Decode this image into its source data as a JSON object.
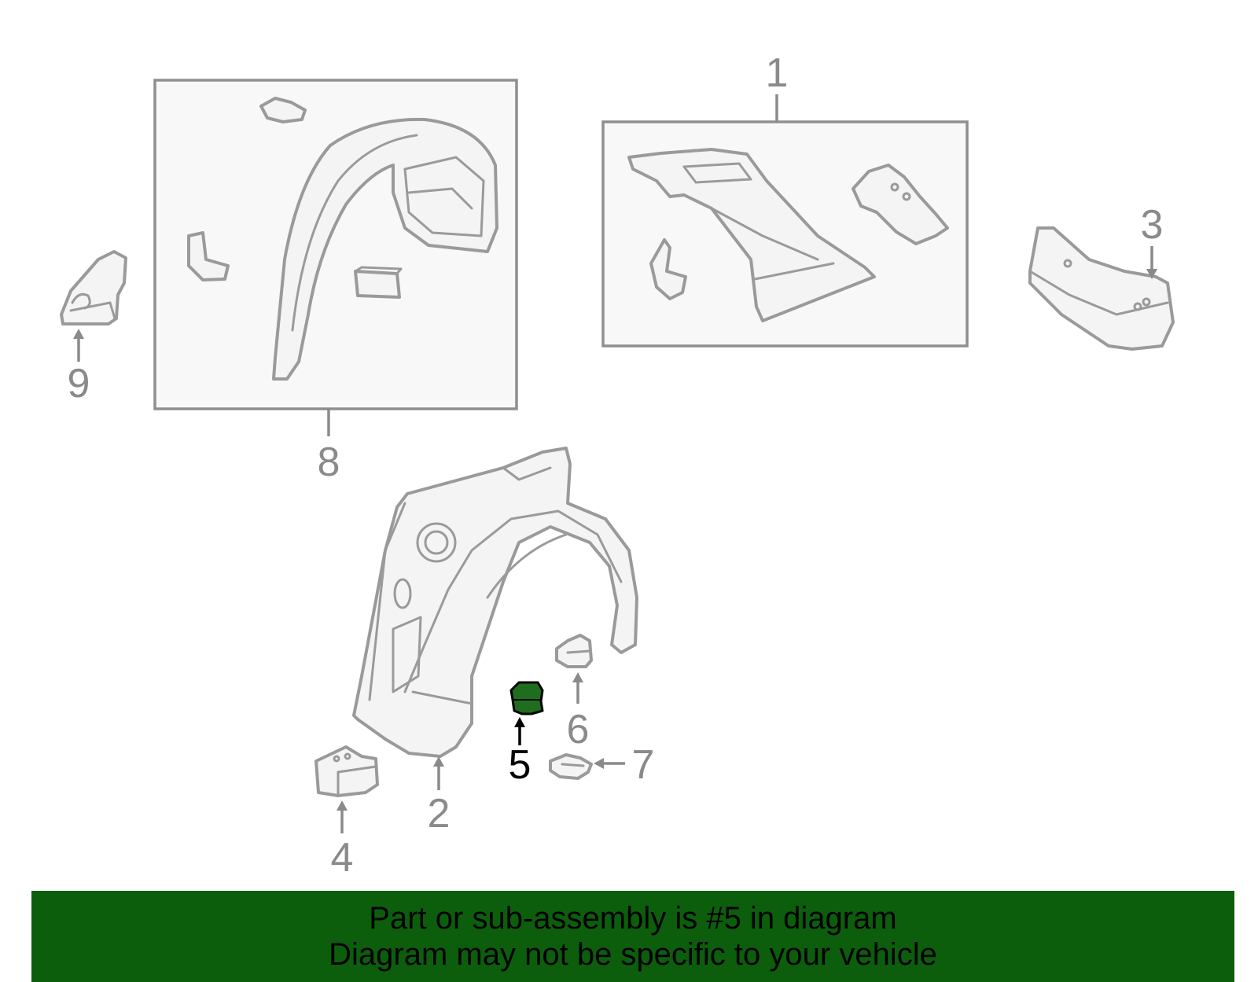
{
  "callouts": {
    "c1": "1",
    "c2": "2",
    "c3": "3",
    "c4": "4",
    "c5": "5",
    "c6": "6",
    "c7": "7",
    "c8": "8",
    "c9": "9"
  },
  "highlight_part": "5",
  "colors": {
    "highlight": "#1f6e1f",
    "banner": "#0c5e0c",
    "line_art": "#9a9a9a"
  },
  "banner": {
    "line1": "Part or sub-assembly is #5 in diagram",
    "line2": "Diagram may not be specific to your vehicle"
  }
}
